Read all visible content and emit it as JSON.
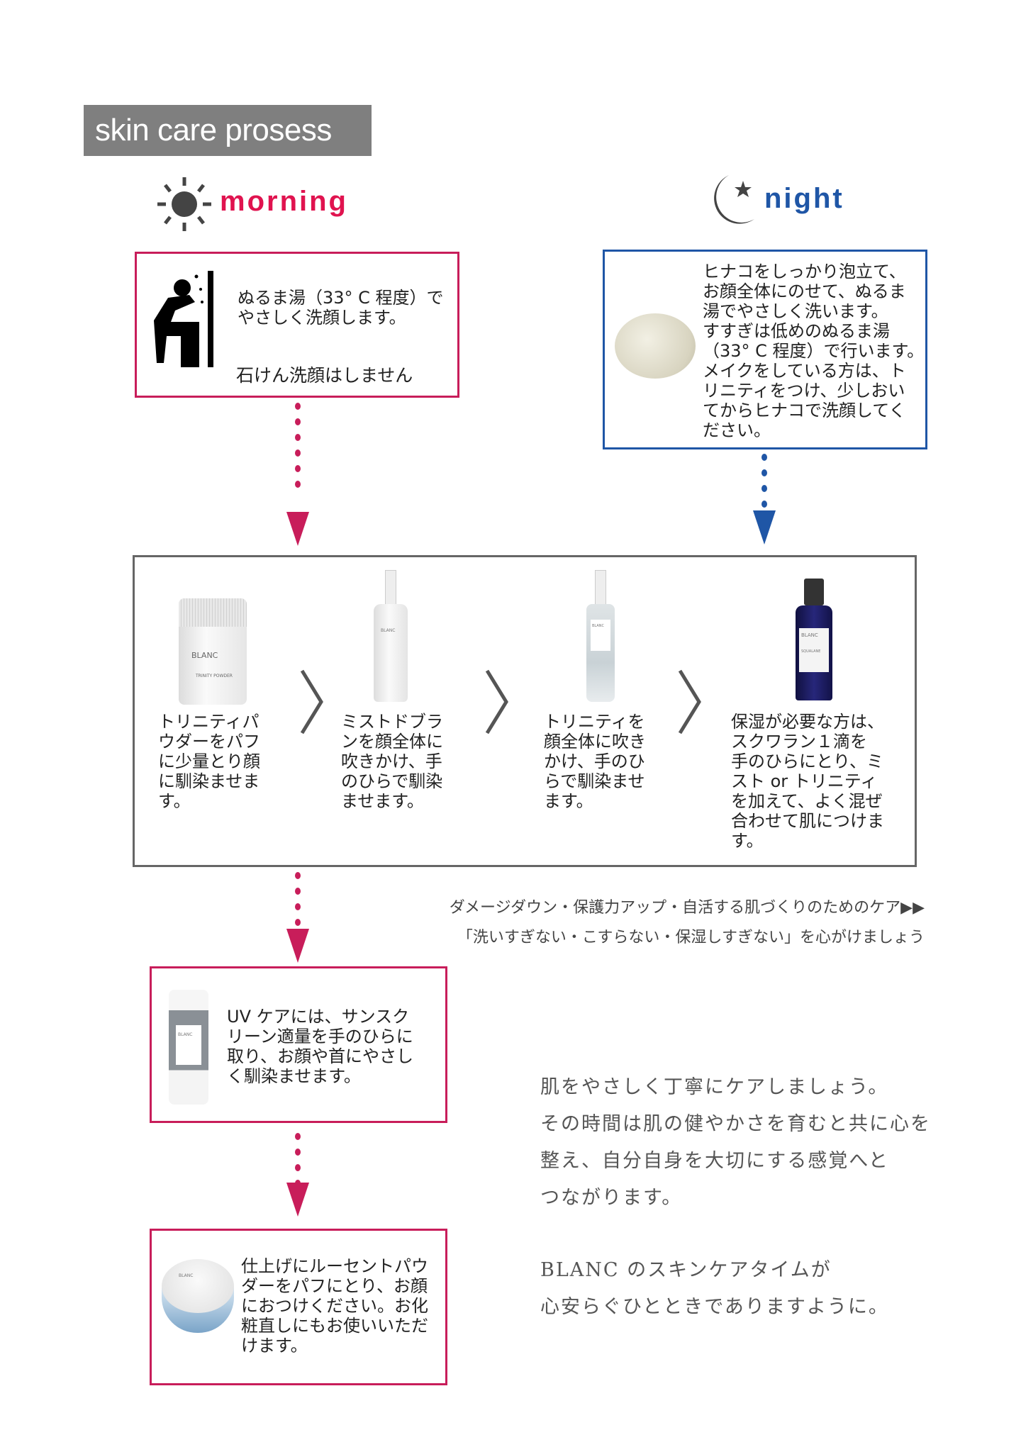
{
  "header": {
    "title": "skin care prosess"
  },
  "morning": {
    "label": "morning",
    "icon": "sun-icon",
    "step_text": "ぬるま湯（33° C 程度）で\nやさしく洗顔します。",
    "note": "石けん洗顔はしません"
  },
  "night": {
    "label": "night",
    "icon": "moon-star-icon",
    "step_text": "ヒナコをしっかり泡立て、\nお顔全体にのせて、ぬるま\n湯でやさしく洗います。\nすすぎは低めのぬるま湯\n（33° C 程度）で行います。\nメイクをしている方は、ト\nリニティをつけ、少しおい\nてからヒナコで洗顔してく\nださい。"
  },
  "steps": [
    {
      "product_label": "BLANC",
      "product_sub": "TRINITY POWDER",
      "text": "トリニティパ\nウダーをパフ\nに少量とり顔\nに馴染ませま\nす。"
    },
    {
      "product_label": "BLANC",
      "text": "ミストドブラ\nンを顔全体に\n吹きかけ、手\nのひらで馴染\nませます。"
    },
    {
      "product_label": "BLANC",
      "text": "トリニティを\n顔全体に吹き\nかけ、手のひ\nらで馴染ませ\nます。"
    },
    {
      "product_label": "BLANC",
      "product_sub": "SQUALANE",
      "text": "保湿が必要な方は、\nスクワラン１滴を\n手のひらにとり、ミ\nスト or トリニティ\nを加えて、よく混ぜ\n合わせて肌につけま\nす。"
    }
  ],
  "tagline": {
    "line1": "ダメージダウン・保護力アップ・自活する肌づくりのためのケア▶▶",
    "line2": "「洗いすぎない・こすらない・保湿しすぎない」を心がけましょう"
  },
  "uv": {
    "product_label": "BLANC",
    "text": "UV ケアには、サンスク\nリーン適量を手のひらに\n取り、お顔や首にやさし\nく馴染ませます。"
  },
  "finish": {
    "product_label": "BLANC",
    "text": "仕上げにルーセントパウ\nダーをパフにとり、お顔\nにおつけください。お化\n粧直しにもお使いいただ\nけます。"
  },
  "message": {
    "para1": "肌をやさしく丁寧にケアしましょう。\nその時間は肌の健やかさを育むと共に心を\n整え、自分自身を大切にする感覚へと\nつながります。",
    "para2": "BLANC のスキンケアタイムが\n心安らぐひとときでありますように。"
  },
  "colors": {
    "morning": "#e0134f",
    "night": "#1f56a6",
    "arrow_pink": "#c81d5a",
    "header_bg": "#7f7f7f"
  }
}
